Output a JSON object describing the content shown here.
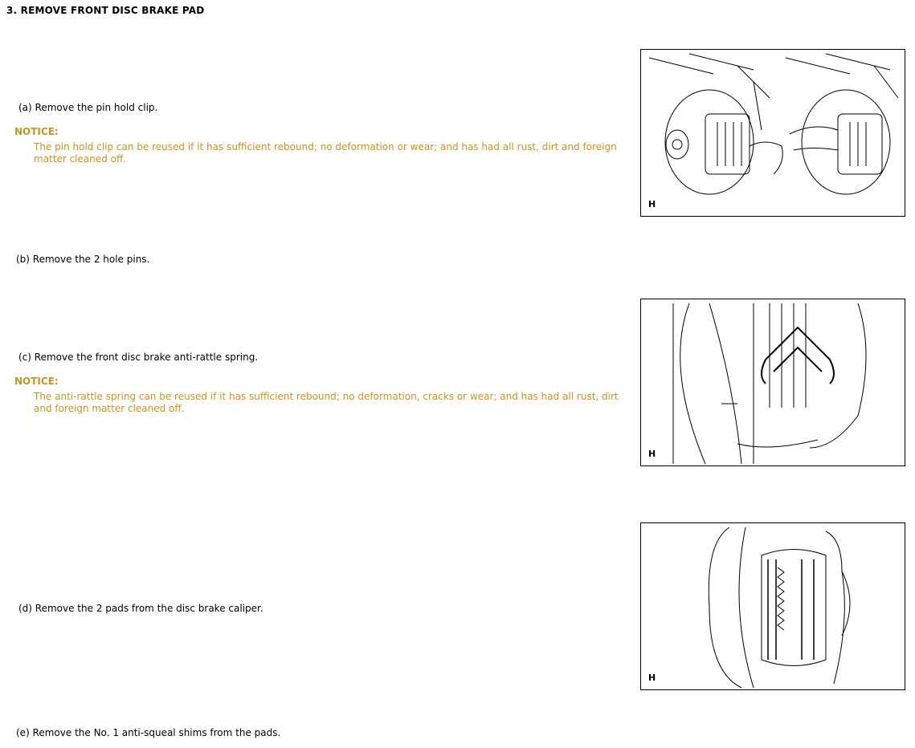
{
  "heading": "3. REMOVE FRONT DISC BRAKE PAD",
  "steps": [
    {
      "text": "(a) Remove the pin hold clip.",
      "notice_label": "NOTICE:",
      "notice": "The pin hold clip can be reused if it has sufficient rebound; no deformation or wear; and has had all rust, dirt and foreign matter cleaned off."
    },
    {
      "text": "(b) Remove the 2 hole pins."
    },
    {
      "text": "(c) Remove the front disc brake anti-rattle spring.",
      "notice_label": "NOTICE:",
      "notice": "The anti-rattle spring can be reused if it has sufficient rebound; no deformation, cracks or wear; and has had all rust, dirt and foreign matter cleaned off."
    },
    {
      "text": "(d) Remove the 2 pads from the disc brake caliper."
    },
    {
      "text": "(e) Remove the No. 1 anti-squeal shims from the pads."
    }
  ],
  "figures": [
    {
      "label": "H"
    },
    {
      "label": "H"
    },
    {
      "label": "H"
    }
  ],
  "colors": {
    "notice": "#c8961e"
  }
}
